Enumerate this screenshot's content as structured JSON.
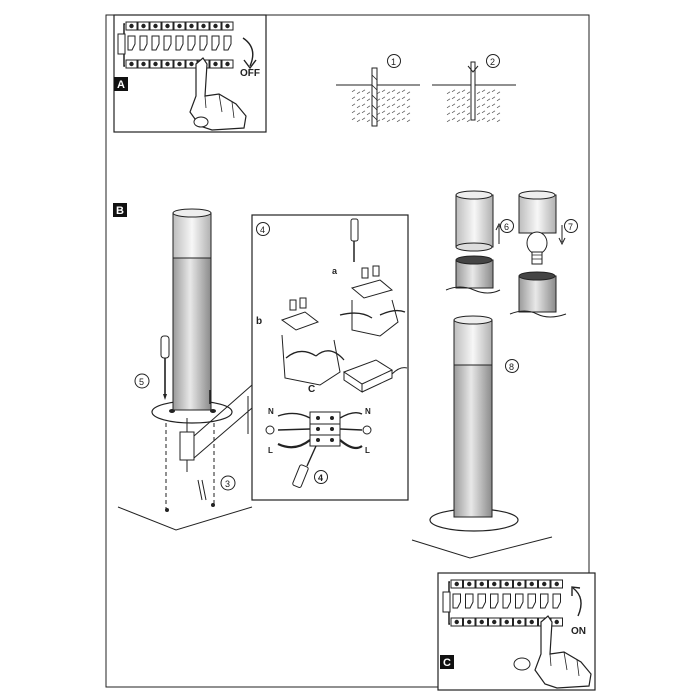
{
  "sections": {
    "a": {
      "label": "A",
      "switch_label": "OFF"
    },
    "b": {
      "label": "B"
    },
    "c": {
      "label": "C",
      "switch_label": "ON"
    }
  },
  "steps": {
    "s1": "1",
    "s2": "2",
    "s3": "3",
    "s4": "4",
    "s4b": "4",
    "s5": "5",
    "s6": "6",
    "s7": "7",
    "s8": "8"
  },
  "wiring": {
    "sub_a": "a",
    "sub_b": "b",
    "sub_c": "C",
    "n_left": "N",
    "n_right": "N",
    "l_left": "L",
    "l_right": "L"
  },
  "colors": {
    "ink": "#222222",
    "hatch": "#555555"
  }
}
